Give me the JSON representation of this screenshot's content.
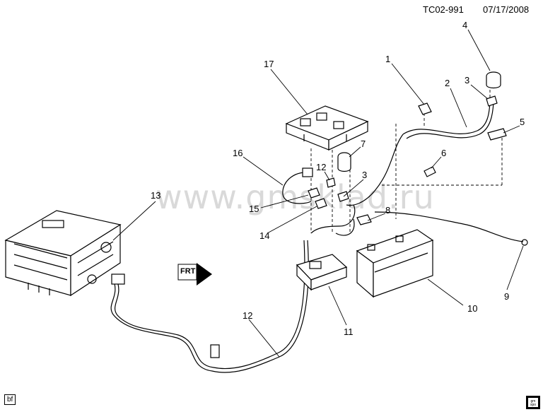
{
  "header": {
    "code": "TC02-991",
    "date": "07/17/2008"
  },
  "watermark": "www.gmsklad.ru",
  "footer": {
    "left_tag": "bf",
    "right_logo_text": "gm spo"
  },
  "callouts": [
    "1",
    "2",
    "3",
    "3",
    "4",
    "5",
    "6",
    "7",
    "8",
    "9",
    "10",
    "11",
    "12",
    "12",
    "13",
    "14",
    "15",
    "16",
    "17"
  ],
  "front_arrow_label": "FRT",
  "icons": {
    "front_arrow": "front-direction-arrow-icon",
    "logo": "gm-spo-logo-icon"
  }
}
